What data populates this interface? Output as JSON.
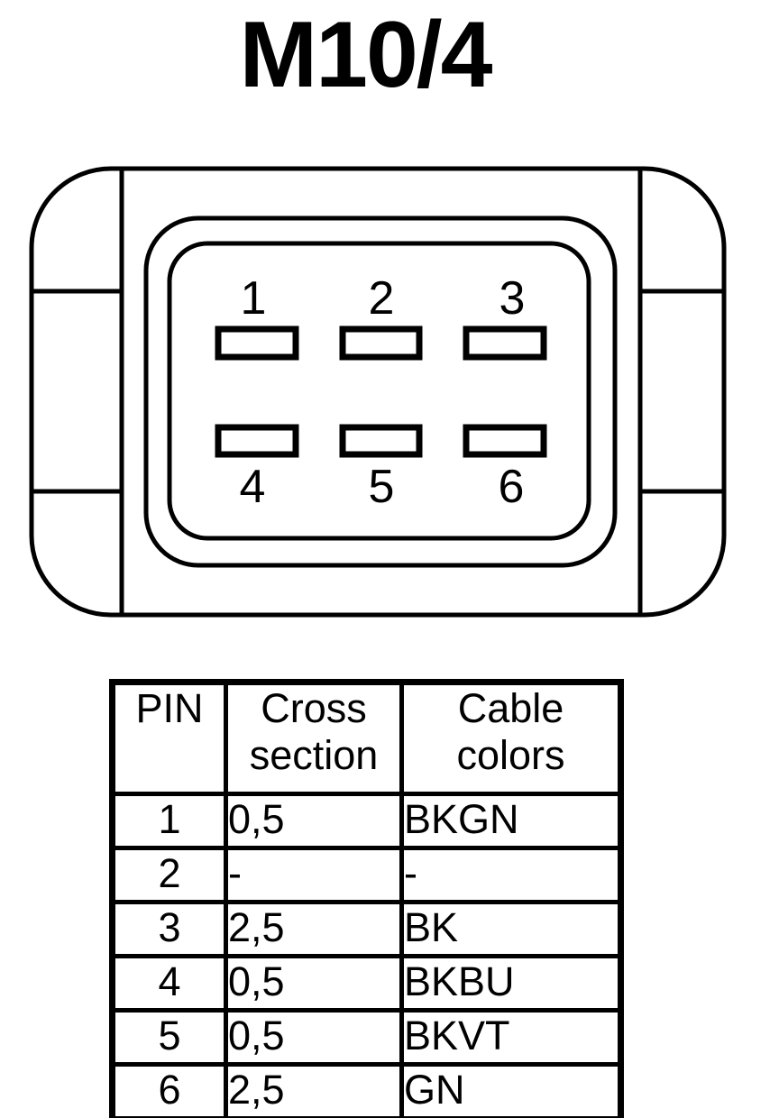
{
  "page": {
    "background": "#ffffff",
    "ink": "#000000"
  },
  "title": "M10/4",
  "connector": {
    "pins": [
      {
        "label": "1"
      },
      {
        "label": "2"
      },
      {
        "label": "3"
      },
      {
        "label": "4"
      },
      {
        "label": "5"
      },
      {
        "label": "6"
      }
    ]
  },
  "table": {
    "headers": [
      "PIN",
      "Cross section",
      "Cable colors"
    ],
    "rows": [
      {
        "pin": "1",
        "cross_section": "0,5",
        "cable_color": "BKGN"
      },
      {
        "pin": "2",
        "cross_section": "-",
        "cable_color": "-"
      },
      {
        "pin": "3",
        "cross_section": "2,5",
        "cable_color": "BK"
      },
      {
        "pin": "4",
        "cross_section": "0,5",
        "cable_color": "BKBU"
      },
      {
        "pin": "5",
        "cross_section": "0,5",
        "cable_color": "BKVT"
      },
      {
        "pin": "6",
        "cross_section": "2,5",
        "cable_color": "GN"
      }
    ]
  }
}
